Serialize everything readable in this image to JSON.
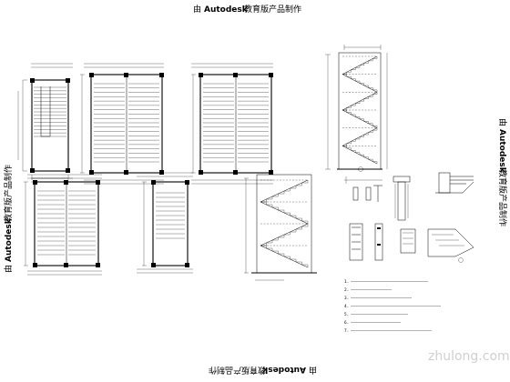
{
  "watermark": {
    "prefix": "由",
    "brand": "Autodesk",
    "suffix": "教育版产品制作"
  },
  "site_watermark": "zhulong.com",
  "notes": {
    "lines": [
      "1.",
      "2.",
      "3.",
      "4.",
      "5.",
      "6.",
      "7."
    ]
  }
}
